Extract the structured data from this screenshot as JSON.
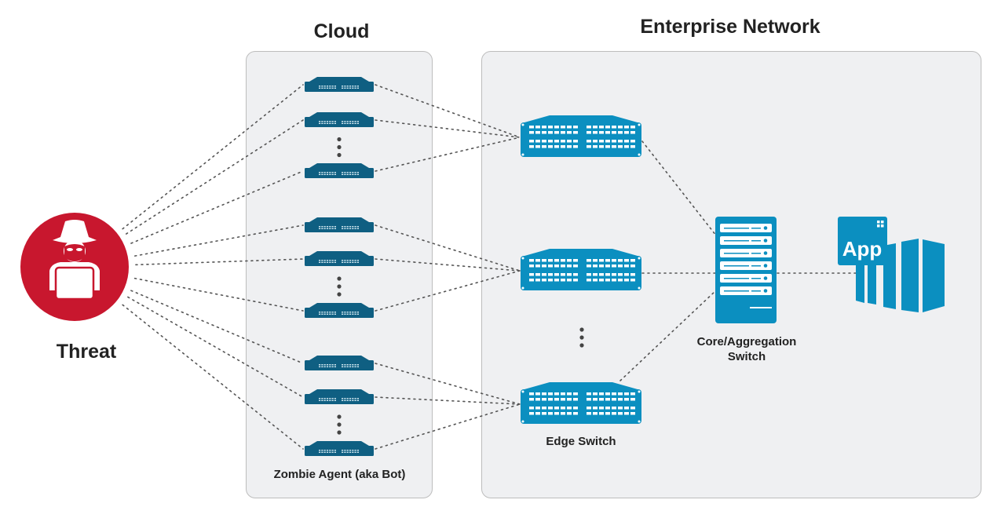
{
  "titles": {
    "cloud": "Cloud",
    "enterprise": "Enterprise Network"
  },
  "threat": {
    "label": "Threat",
    "icon": "hacker-icon",
    "color": "#c8172e"
  },
  "cloud": {
    "caption": "Zombie Agent (aka Bot)",
    "groups": [
      {
        "bots": 3,
        "ellipsis": true
      },
      {
        "bots": 3,
        "ellipsis": true
      },
      {
        "bots": 3,
        "ellipsis": true
      }
    ]
  },
  "enterprise": {
    "edge_switch_label": "Edge Switch",
    "edge_switch_count_shown": 3,
    "core_switch_label_line1": "Core/Aggregation",
    "core_switch_label_line2": "Switch",
    "app_label": "App"
  },
  "colors": {
    "bot": "#0f5f82",
    "switch": "#0b8fc0",
    "panel_bg": "#eff0f2",
    "link": "#555555"
  }
}
